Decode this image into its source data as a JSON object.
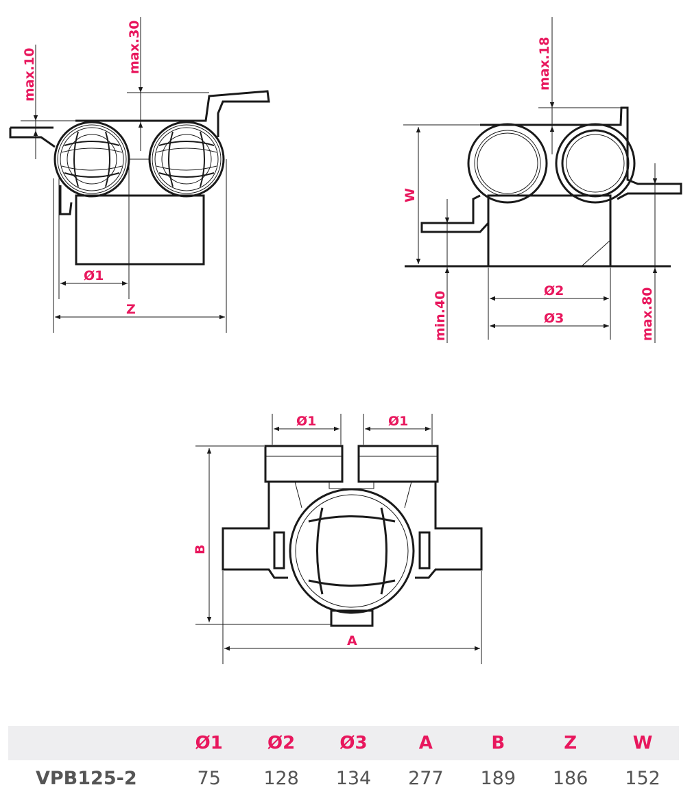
{
  "drawings": {
    "side_view": {
      "max10": "max.10",
      "max30": "max.30",
      "d1": "Ø1",
      "z": "Z"
    },
    "front_view": {
      "max18": "max.18",
      "w": "W",
      "min40": "min.40",
      "max80": "max.80",
      "d2": "Ø2",
      "d3": "Ø3"
    },
    "top_view": {
      "d1_left": "Ø1",
      "d1_right": "Ø1",
      "b": "B",
      "a": "A"
    }
  },
  "table": {
    "headers": [
      "",
      "Ø1",
      "Ø2",
      "Ø3",
      "A",
      "B",
      "Z",
      "W"
    ],
    "rows": [
      {
        "model": "VPB125-2",
        "values": [
          "75",
          "128",
          "134",
          "277",
          "189",
          "186",
          "152"
        ]
      }
    ]
  },
  "colors": {
    "accent": "#e8175d",
    "header_bg": "#eeeef0",
    "text": "#555555"
  }
}
